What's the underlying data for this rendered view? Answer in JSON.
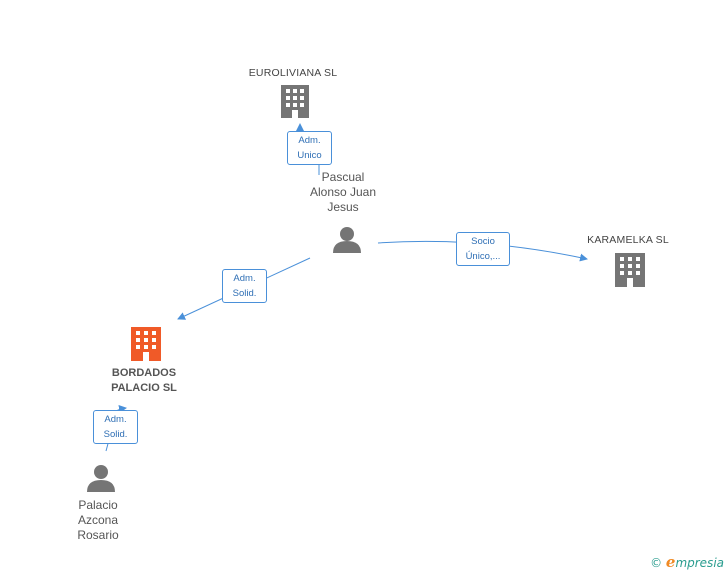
{
  "nodes": {
    "euroliviana": {
      "label": "EUROLIVIANA SL"
    },
    "pascual": {
      "lines": [
        "Pascual",
        "Alonso Juan",
        "Jesus"
      ]
    },
    "karamelka": {
      "label": "KARAMELKA  SL"
    },
    "bordados": {
      "lines": [
        "BORDADOS",
        "PALACIO SL"
      ]
    },
    "palacio": {
      "lines": [
        "Palacio",
        "Azcona",
        "Rosario"
      ]
    }
  },
  "edges": {
    "pascual_euroliviana": {
      "lines": [
        "Adm.",
        "Unico"
      ]
    },
    "pascual_karamelka": {
      "lines": [
        "Socio",
        "Único,..."
      ]
    },
    "pascual_bordados": {
      "lines": [
        "Adm.",
        "Solid."
      ]
    },
    "palacio_bordados": {
      "lines": [
        "Adm.",
        "Solid."
      ]
    }
  },
  "footer": {
    "copyright": "©",
    "brand_initial": "e",
    "brand_rest": "mpresia"
  },
  "colors": {
    "edge": "#4a90d9",
    "company_icon": "#757575",
    "focus_icon": "#f05a28",
    "person_icon": "#757575"
  }
}
